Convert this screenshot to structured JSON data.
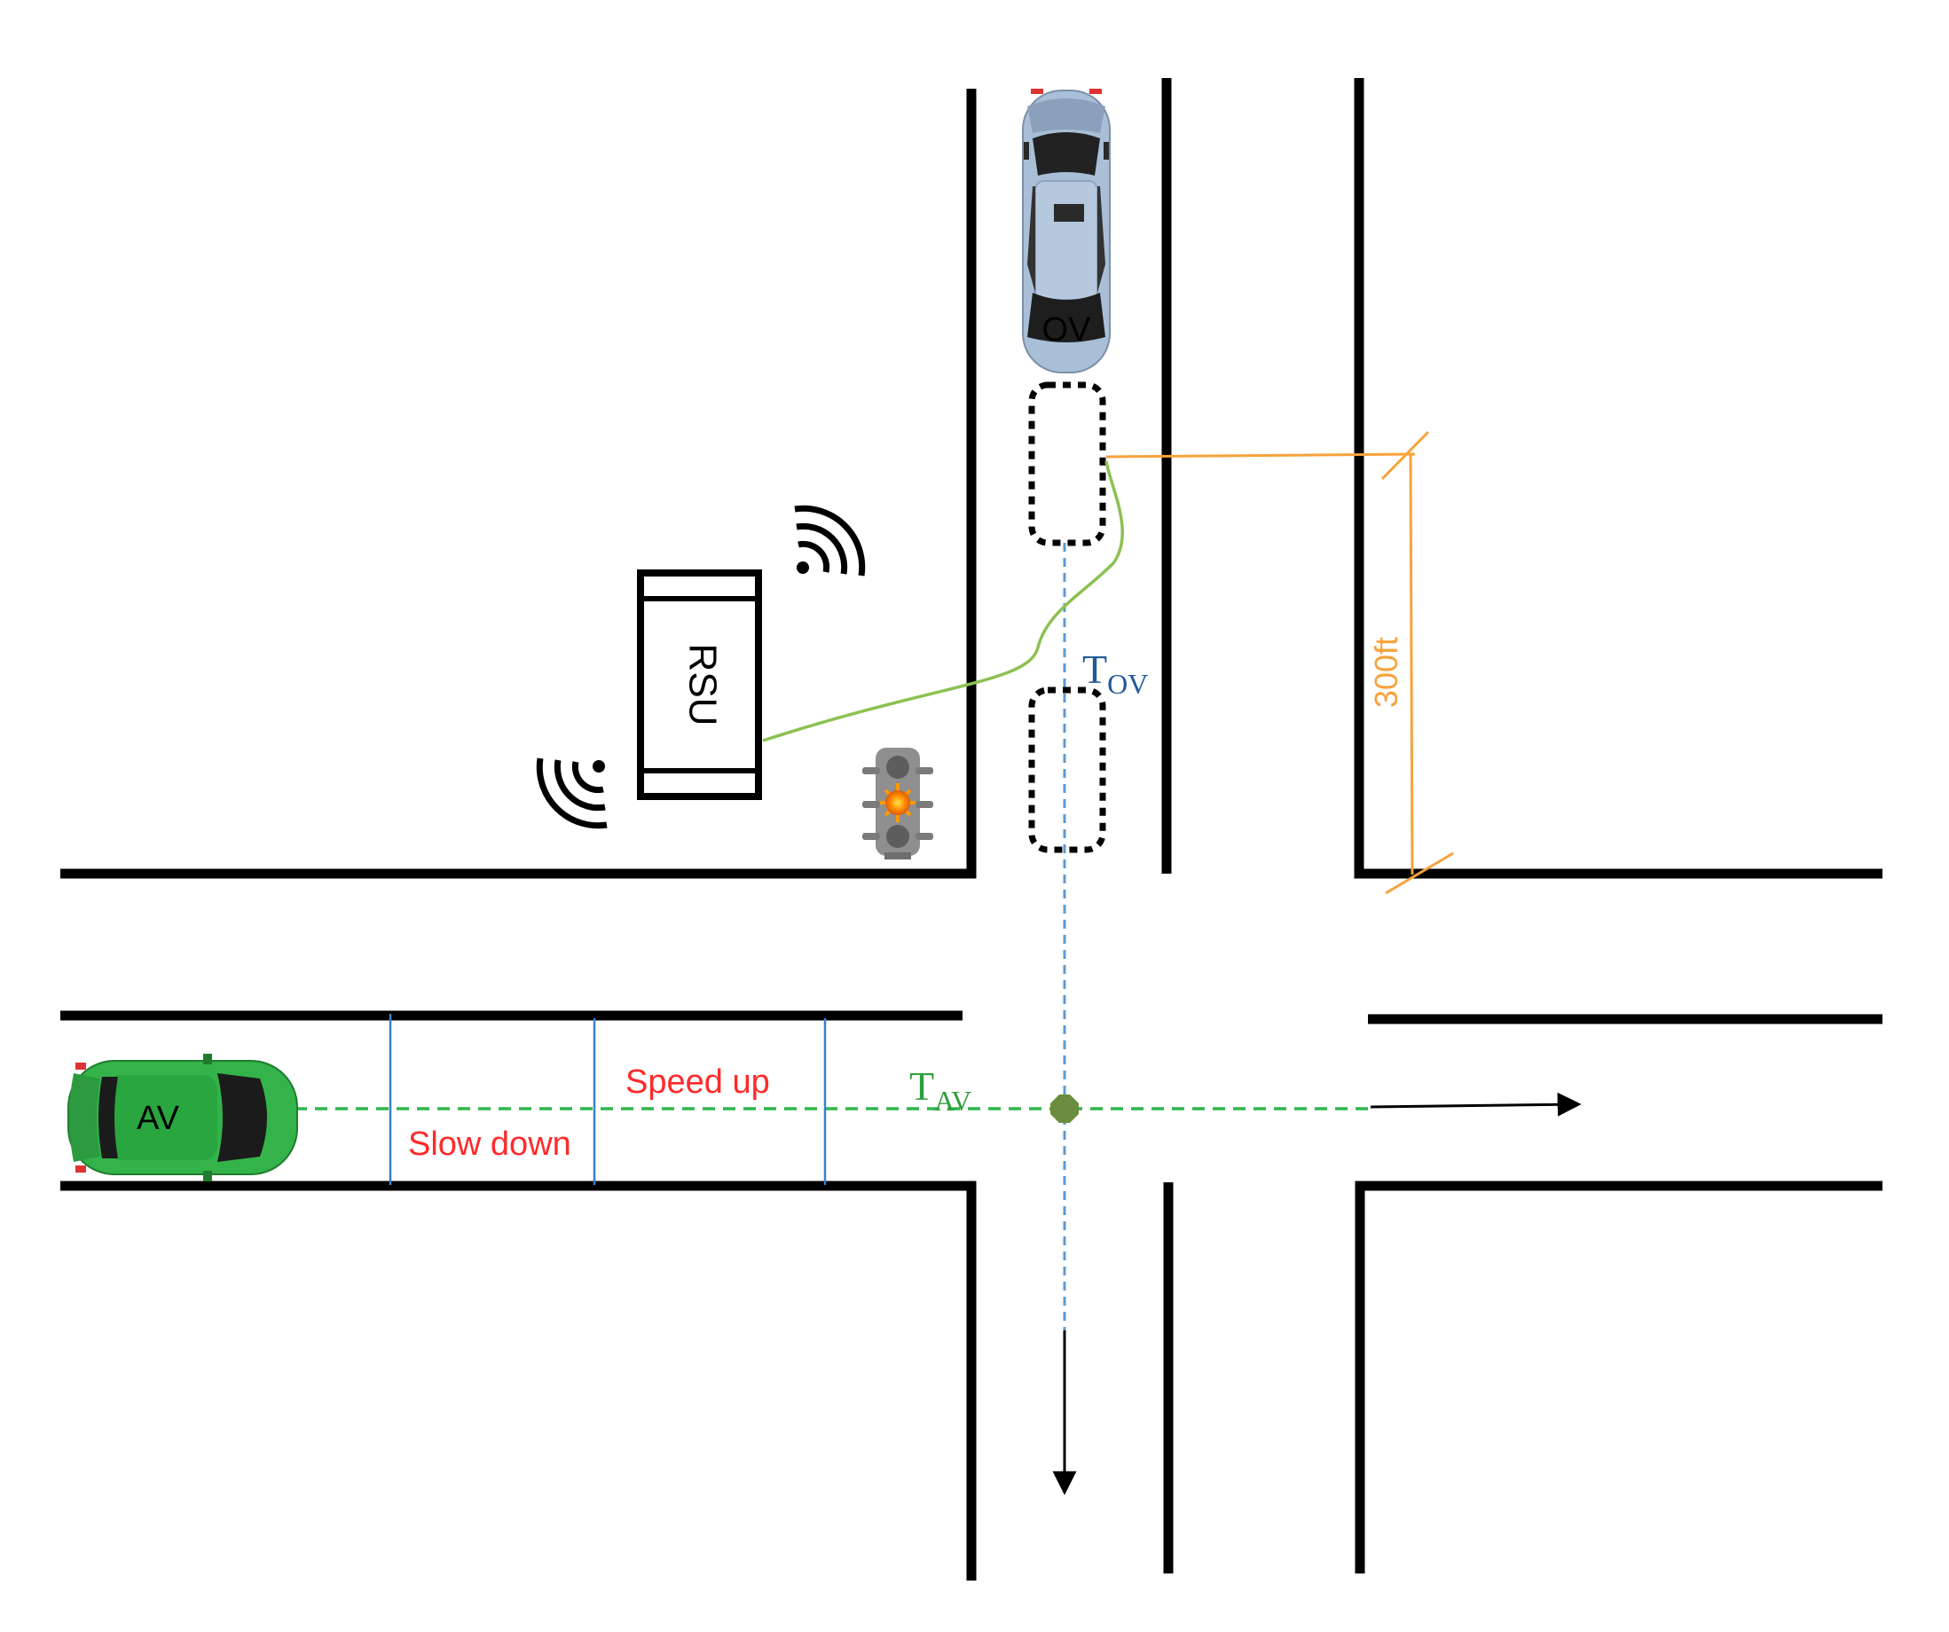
{
  "vehicles": {
    "ov": {
      "label": "OV",
      "color": "#a9bfd8"
    },
    "av": {
      "label": "AV",
      "color": "#33b34a"
    }
  },
  "rsu": {
    "label": "RSU"
  },
  "times": {
    "t_ov": {
      "main": "T",
      "sub": "OV",
      "color": "#1f5a96"
    },
    "t_av": {
      "main": "T",
      "sub": "AV",
      "color": "#2f9e3f"
    }
  },
  "zones": {
    "slow_down": "Slow down",
    "speed_up": "Speed up",
    "color": "#ff2a2a"
  },
  "distance": {
    "label": "300ft",
    "color": "#f7a23c"
  },
  "colors": {
    "road_edge": "#000000",
    "ov_path": "#5b9bd5",
    "av_path": "#2fb54a",
    "comm_link": "#8cc152",
    "zone_line": "#3a7fd0",
    "conflict_point": "#6b8e3e"
  },
  "icons": {
    "signal": "traffic-light-icon",
    "wireless": "wireless-signal-icon",
    "arrow": "arrow-head-icon"
  }
}
